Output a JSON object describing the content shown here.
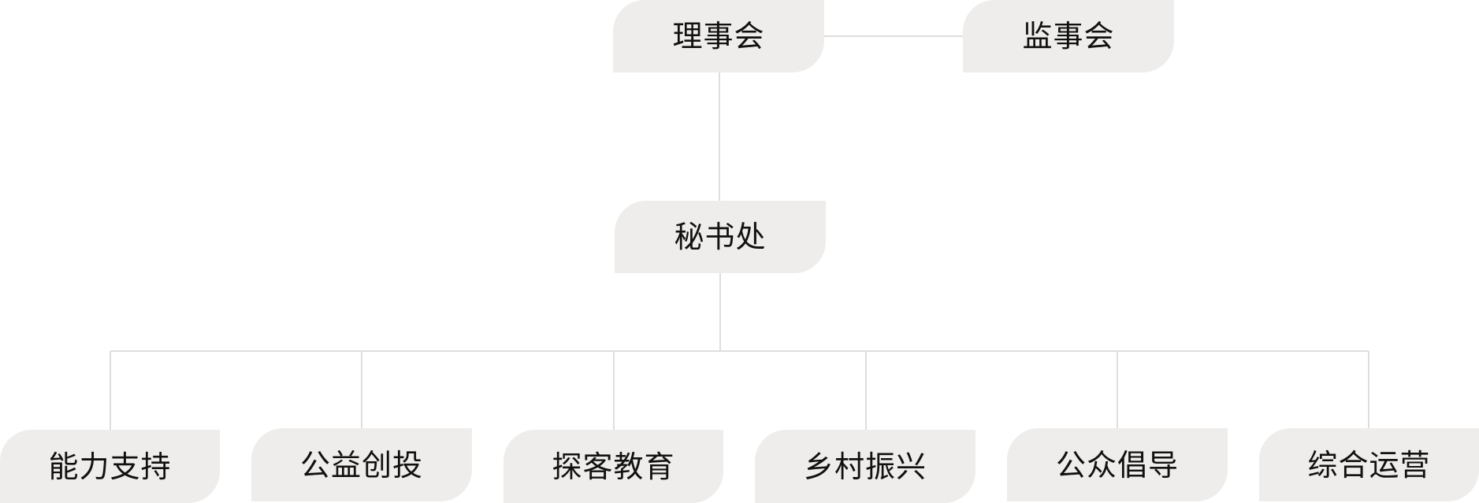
{
  "colors": {
    "node_fill": "#eeedeb",
    "connector": "#dedede",
    "text": "#111111",
    "background": "#ffffff"
  },
  "nodes": {
    "board_of_directors": "理事会",
    "board_of_supervisors": "监事会",
    "secretariat": "秘书处",
    "departments": [
      "能力支持",
      "公益创投",
      "探客教育",
      "乡村振兴",
      "公众倡导",
      "综合运营"
    ]
  }
}
